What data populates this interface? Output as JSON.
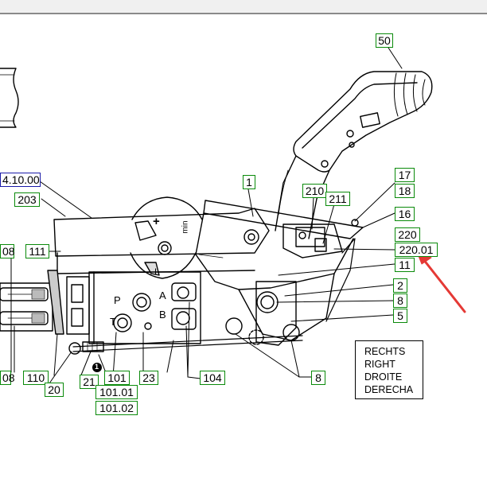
{
  "window": {
    "accent_color": "#0a8a0a",
    "highlight_color": "#1a1aa8",
    "arrow_color": "#e53935"
  },
  "labels": [
    {
      "id": "50",
      "text": "50"
    },
    {
      "id": "4.10.00",
      "text": "4.10.00"
    },
    {
      "id": "203",
      "text": "203"
    },
    {
      "id": "1",
      "text": "1"
    },
    {
      "id": "210",
      "text": "210"
    },
    {
      "id": "211",
      "text": "211"
    },
    {
      "id": "17",
      "text": "17"
    },
    {
      "id": "18",
      "text": "18"
    },
    {
      "id": "16",
      "text": "16"
    },
    {
      "id": "220",
      "text": "220"
    },
    {
      "id": "220.01",
      "text": "220.01"
    },
    {
      "id": "11",
      "text": "11"
    },
    {
      "id": "2",
      "text": "2"
    },
    {
      "id": "8a",
      "text": "8"
    },
    {
      "id": "5",
      "text": "5"
    },
    {
      "id": "08a",
      "text": "08"
    },
    {
      "id": "111",
      "text": "111"
    },
    {
      "id": "08b",
      "text": "08"
    },
    {
      "id": "110",
      "text": "110"
    },
    {
      "id": "20",
      "text": "20"
    },
    {
      "id": "21",
      "text": "21"
    },
    {
      "id": "101",
      "text": "101"
    },
    {
      "id": "23",
      "text": "23"
    },
    {
      "id": "104",
      "text": "104"
    },
    {
      "id": "8b",
      "text": "8"
    },
    {
      "id": "101.01",
      "text": "101.01"
    },
    {
      "id": "101.02",
      "text": "101.02"
    }
  ],
  "valve": {
    "port_p": "P",
    "port_t": "T",
    "port_a": "A",
    "port_b": "B",
    "plus": "+",
    "minus": "min",
    "roman_one": "I",
    "marker": "1"
  },
  "side_text": {
    "lines": [
      "RECHTS",
      "RIGHT",
      "DROITE",
      "DERECHA"
    ]
  }
}
